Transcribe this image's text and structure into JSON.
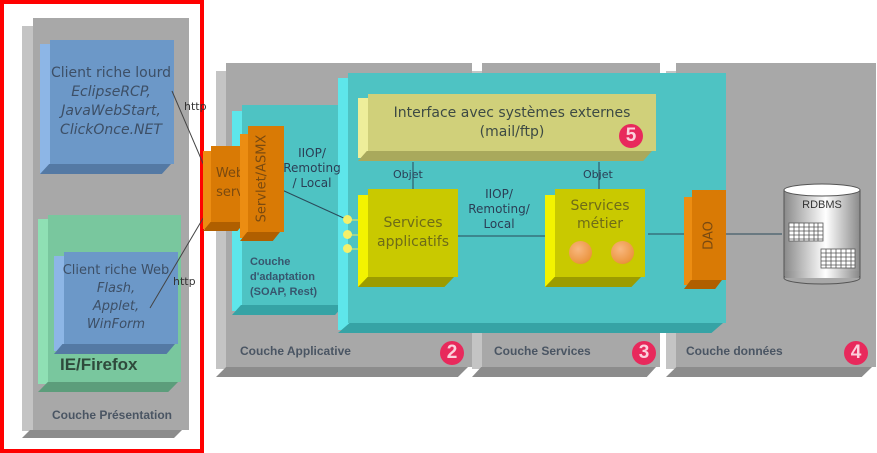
{
  "presentation_layer": {
    "title": "Couche Présentation",
    "heavy_client": {
      "title": "Client riche lourd",
      "examples": [
        "EclipseRCP,",
        "JavaWebStart,",
        "ClickOnce.NET"
      ]
    },
    "browser_container": {
      "title": "IE/Firefox",
      "web_client": {
        "title": "Client riche Web",
        "examples": [
          "Flash,",
          "Applet,",
          "WinForm"
        ]
      }
    },
    "protocol_top": "http",
    "protocol_bottom": "http"
  },
  "application_layer": {
    "title": "Couche Applicative",
    "number": "2",
    "web_server": [
      "Web",
      "serv"
    ],
    "servlet": "Servlet/ASMX",
    "adaptation": [
      "Couche",
      "d'adaptation",
      "(SOAP, Rest)"
    ],
    "protocol": [
      "IIOP/",
      "Remoting",
      "/ Local"
    ]
  },
  "services_layer": {
    "title": "Couche Services",
    "number": "3",
    "external_interface": [
      "Interface avec systèmes externes",
      "(mail/ftp)"
    ],
    "external_number": "5",
    "object_label_left": "Objet",
    "object_label_right": "Objet",
    "app_services": [
      "Services",
      "applicatifs"
    ],
    "business_services": [
      "Services",
      "métier"
    ],
    "protocol": [
      "IIOP/",
      "Remoting/",
      "Local"
    ]
  },
  "data_layer": {
    "title": "Couche données",
    "number": "4",
    "dao": "DAO",
    "database": "RDBMS"
  },
  "colors": {
    "frame": "#ff0000",
    "badge": "#e8295c",
    "layer_gray": "#a8a8a8",
    "services_cyan": "#4ec3c3",
    "component_yellow": "#c9c900",
    "component_orange": "#d97a05",
    "client_blue": "#6c98c8",
    "browser_green": "#79c79e"
  }
}
